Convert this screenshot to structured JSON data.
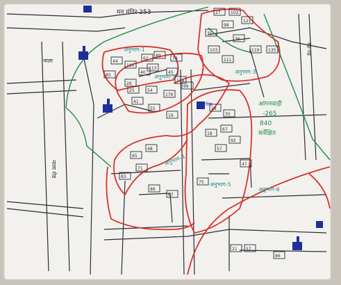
{
  "map": {
    "top_label": "मन मंदिर 253",
    "road_labels": {
      "left": "नाला",
      "left_long": "नाला रोड",
      "right_top": "मेन रोड"
    },
    "zone_labels": {
      "z1": "अनुभाग-1",
      "z2": "अनुभाग-2",
      "z3": "अनुभाग-3",
      "z4": "अनुभाग-4",
      "z5": "अनुभाग-5",
      "z6": "अनुभाग-6"
    },
    "area_labels": {
      "l1": "आंगनवाड़ी",
      "l2": "-265",
      "l3": "840",
      "l4": "सर्वेक्षित"
    },
    "house_numbers": [
      "27",
      "102",
      "98",
      "121",
      "35",
      "36",
      "119",
      "135",
      "103",
      "111",
      "44",
      "110",
      "62",
      "89",
      "78",
      "40",
      "113",
      "45",
      "116",
      "26",
      "25",
      "54",
      "176",
      "66",
      "85",
      "41",
      "55",
      "16",
      "28",
      "35",
      "18",
      "67",
      "92",
      "57",
      "47",
      "48",
      "65",
      "71",
      "83",
      "86",
      "87",
      "75",
      "21",
      "57",
      "86"
    ],
    "school_label": "विद्या",
    "colors": {
      "paper": "#f2f1ee",
      "ink": "#2b2b33",
      "red": "#d8322a",
      "green": "#1f8a4a",
      "blue": "#1f2f9a",
      "teal": "#2a8a8a"
    }
  }
}
